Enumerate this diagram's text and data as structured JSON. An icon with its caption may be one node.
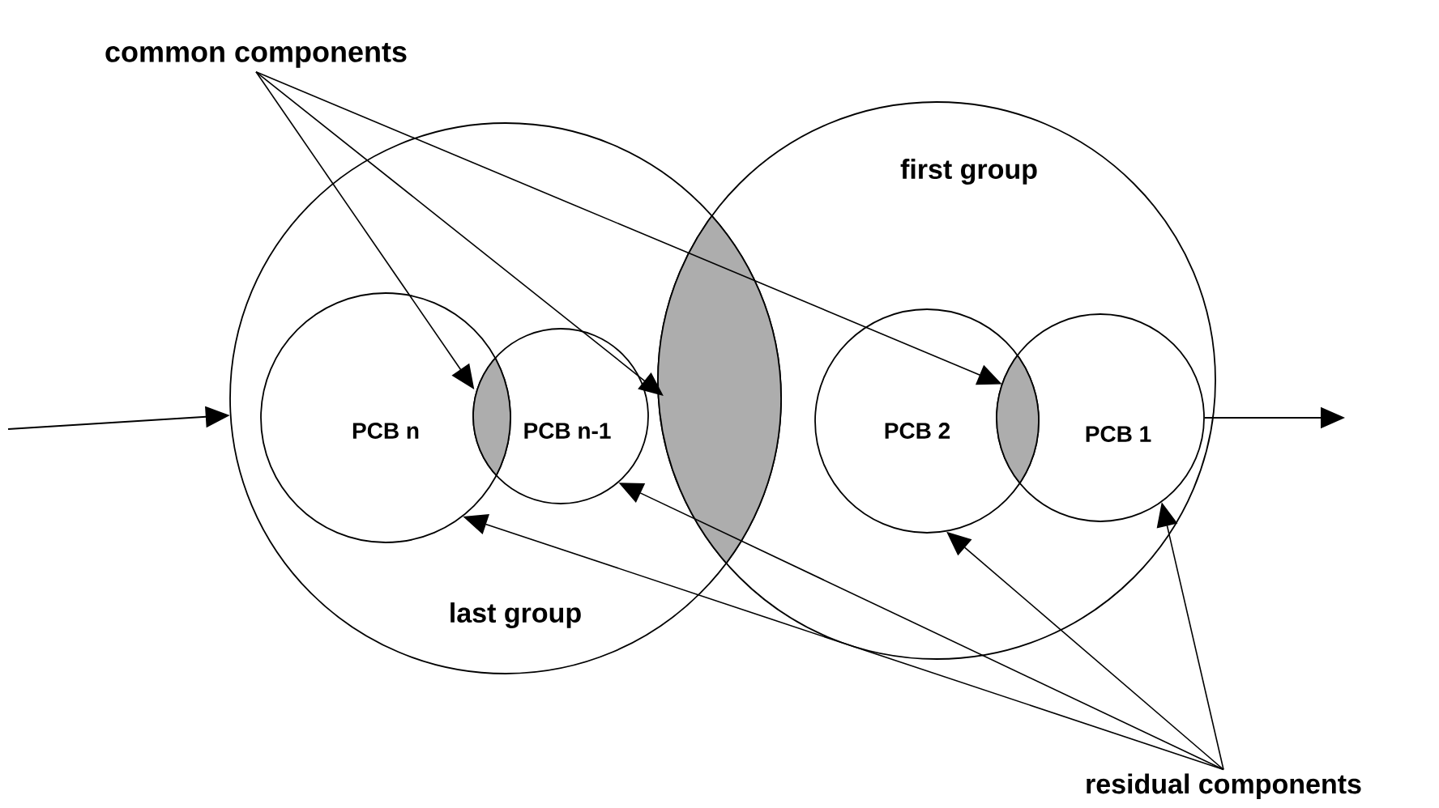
{
  "diagram": {
    "nodes": [
      {
        "text": [
          "last group"
        ]
      },
      {
        "text": [
          "PCB n"
        ],
        "in": 0
      },
      {
        "text": [
          "PCB n-1"
        ],
        "in": 0
      },
      {
        "text": [
          "first group"
        ]
      },
      {
        "text": [
          "PCB 2"
        ],
        "in": 3
      },
      {
        "text": [
          "PCB 1"
        ],
        "in": 3
      },
      {
        "text": [],
        "shape": "lens",
        "in": 0
      },
      {
        "text": [],
        "shape": "lens"
      },
      {
        "text": [],
        "shape": "lens",
        "in": 3
      },
      {
        "text": [
          "common components"
        ]
      },
      {
        "text": [
          "residual components"
        ]
      }
    ],
    "edges": [
      {
        "from": null,
        "to": 0,
        "arrow": "to"
      },
      {
        "from": 5,
        "to": null,
        "arrow": "to"
      },
      {
        "from": 9,
        "to": 6,
        "arrow": "to"
      },
      {
        "from": 9,
        "to": 7,
        "arrow": "to"
      },
      {
        "from": 9,
        "to": 8,
        "arrow": "to"
      },
      {
        "from": 10,
        "to": 1,
        "arrow": "to"
      },
      {
        "from": 10,
        "to": 2,
        "arrow": "to"
      },
      {
        "from": 10,
        "to": 4,
        "arrow": "to"
      },
      {
        "from": 10,
        "to": 5,
        "arrow": "to"
      }
    ]
  }
}
